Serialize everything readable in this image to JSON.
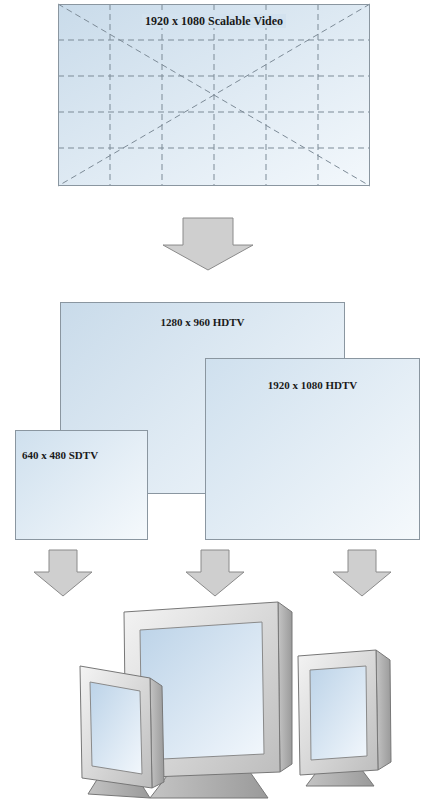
{
  "diagram": {
    "nodes": [
      {
        "text": [
          "1920 x 1080 Scalable Video"
        ]
      },
      {
        "text": [
          "1280 x 960 HDTV"
        ]
      },
      {
        "text": [
          "640 x 480 SDTV"
        ]
      },
      {
        "text": [
          "1920 x 1080 HDTV"
        ]
      }
    ],
    "edges": [
      {
        "from": 0,
        "to": 1,
        "arrow": "to"
      }
    ]
  }
}
